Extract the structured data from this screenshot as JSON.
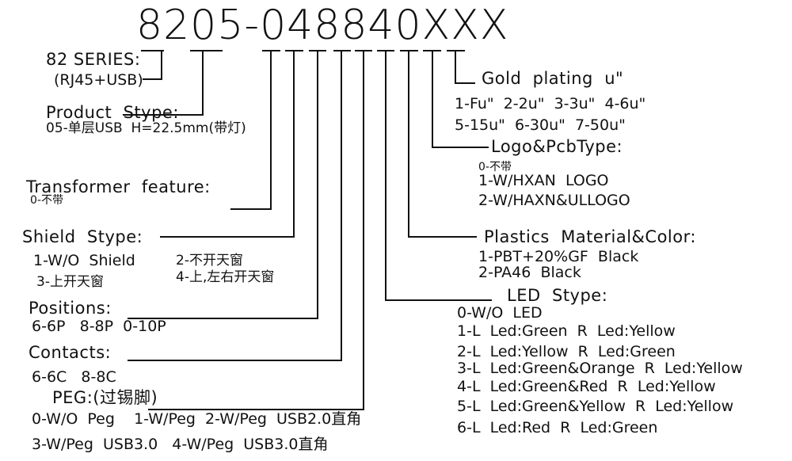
{
  "part_number": "8205-048840XXX",
  "series": {
    "label": "82 SERIES:",
    "sub": "(RJ45+USB)"
  },
  "product": {
    "label": "Product  Stype:",
    "value": "05-单层USB  H=22.5mm(带灯)"
  },
  "transformer": {
    "label": "Transformer  feature:",
    "value": "0-不带"
  },
  "shield": {
    "label": "Shield  Stype:",
    "options": [
      "1-W/O  Shield",
      "2-不开天窗",
      "3-上开天窗",
      "4-上,左右开天窗"
    ]
  },
  "positions": {
    "label": "Positions:",
    "value": "6-6P   8-8P  0-10P"
  },
  "contacts": {
    "label": "Contacts:",
    "value": "6-6C   8-8C"
  },
  "peg": {
    "label": "PEG:(过锡脚)",
    "line1": "0-W/O  Peg    1-W/Peg  2-W/Peg  USB2.0直角",
    "line2": "3-W/Peg  USB3.0   4-W/Peg  USB3.0直角"
  },
  "gold": {
    "label": "Gold  plating  u\"",
    "line1": "1-Fu\"  2-2u\"  3-3u\"  4-6u\"",
    "line2": "5-15u\"  6-30u\"  7-50u\""
  },
  "logo": {
    "label": "Logo&PcbType:",
    "options": [
      "0-不带",
      "1-W/HXAN  LOGO",
      "2-W/HAXN&ULLOGO"
    ]
  },
  "plastics": {
    "label": "Plastics  Material&Color:",
    "options": [
      "1-PBT+20%GF  Black",
      "2-PA46  Black"
    ]
  },
  "led": {
    "label": "LED  Stype:",
    "options": [
      "0-W/O  LED",
      "1-L  Led:Green  R  Led:Yellow",
      "2-L  Led:Yellow  R  Led:Green",
      "3-L  Led:Green&Orange  R  Led:Yellow",
      "4-L  Led:Green&Red  R  Led:Yellow",
      "5-L  Led:Green&Yellow  R  Led:Yellow",
      "6-L  Led:Red  R  Led:Green"
    ]
  }
}
